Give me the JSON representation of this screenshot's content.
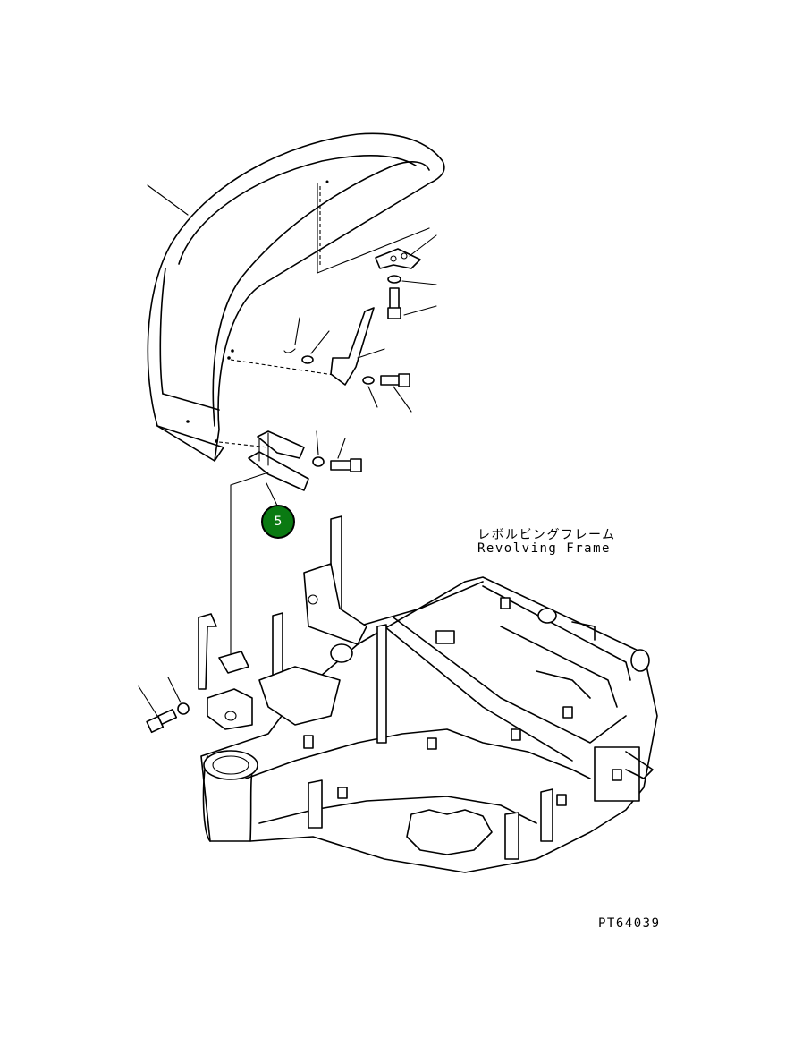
{
  "diagram": {
    "frame_label_jp": "レボルビングフレーム",
    "frame_label_en": "Revolving Frame",
    "drawing_number": "PT64039",
    "callouts": [
      {
        "number": "5",
        "color": "#0a7a12"
      }
    ]
  }
}
